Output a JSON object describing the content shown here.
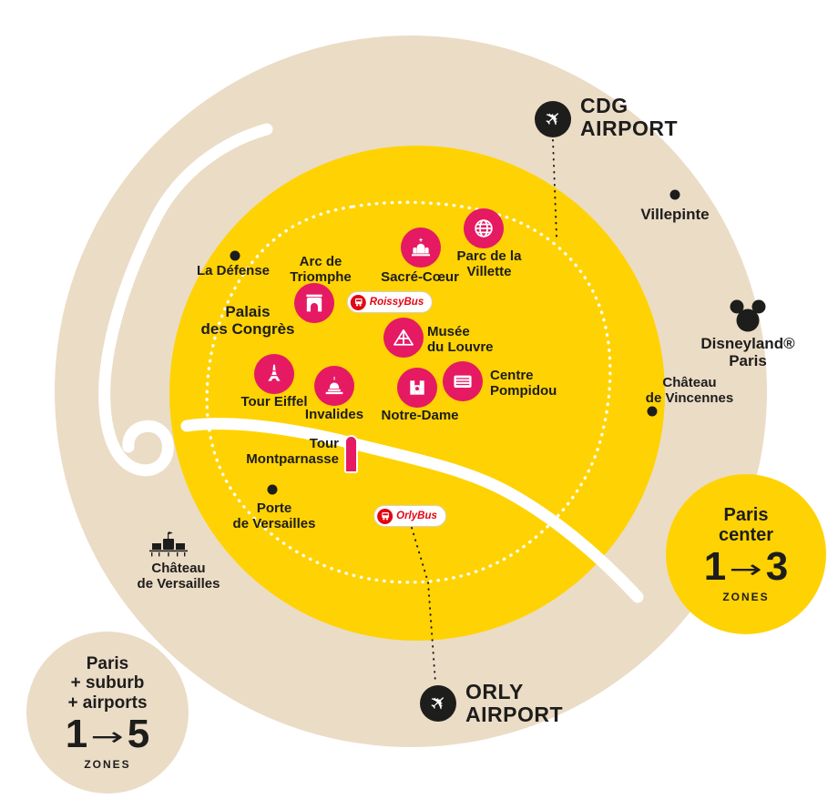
{
  "colors": {
    "suburb_zone_beige": "#EBDCC6",
    "paris_center_yellow": "#FFD203",
    "landmark_pink": "#E51A62",
    "bus_red": "#E30613",
    "ink_black": "#1D1D1B",
    "river_white": "#FFFFFF"
  },
  "icons": {
    "plane": "✈"
  },
  "airports": {
    "cdg": "CDG\nAIRPORT",
    "orly": "ORLY\nAIRPORT"
  },
  "places": {
    "villepinte": "Villepinte",
    "disneyland": "Disneyland®\nParis",
    "vincennes": "Château\nde Vincennes",
    "la_defense": "La Défense",
    "palais_congres": "Palais\ndes Congrès",
    "porte_versailles": "Porte\nde Versailles",
    "chateau_versailles": "Château\nde Versailles"
  },
  "landmarks": {
    "arc": "Arc de\nTriomphe",
    "sacre_coeur": "Sacré-Cœur",
    "villette": "Parc de la\nVillette",
    "louvre": "Musée\ndu Louvre",
    "pompidou": "Centre\nPompidou",
    "eiffel": "Tour Eiffel",
    "invalides": "Invalides",
    "notre_dame": "Notre-Dame",
    "montparnasse": "Tour\nMontparnasse"
  },
  "buses": {
    "roissybus": "RoissyBus",
    "orlybus": "OrlyBus"
  },
  "zone_badges": {
    "center": {
      "title": "Paris\ncenter",
      "from": "1",
      "arrow": "→",
      "to": "3",
      "unit": "ZONES"
    },
    "suburb": {
      "title": "Paris\n+ suburb\n+ airports",
      "from": "1",
      "arrow": "→",
      "to": "5",
      "unit": "ZONES"
    }
  }
}
